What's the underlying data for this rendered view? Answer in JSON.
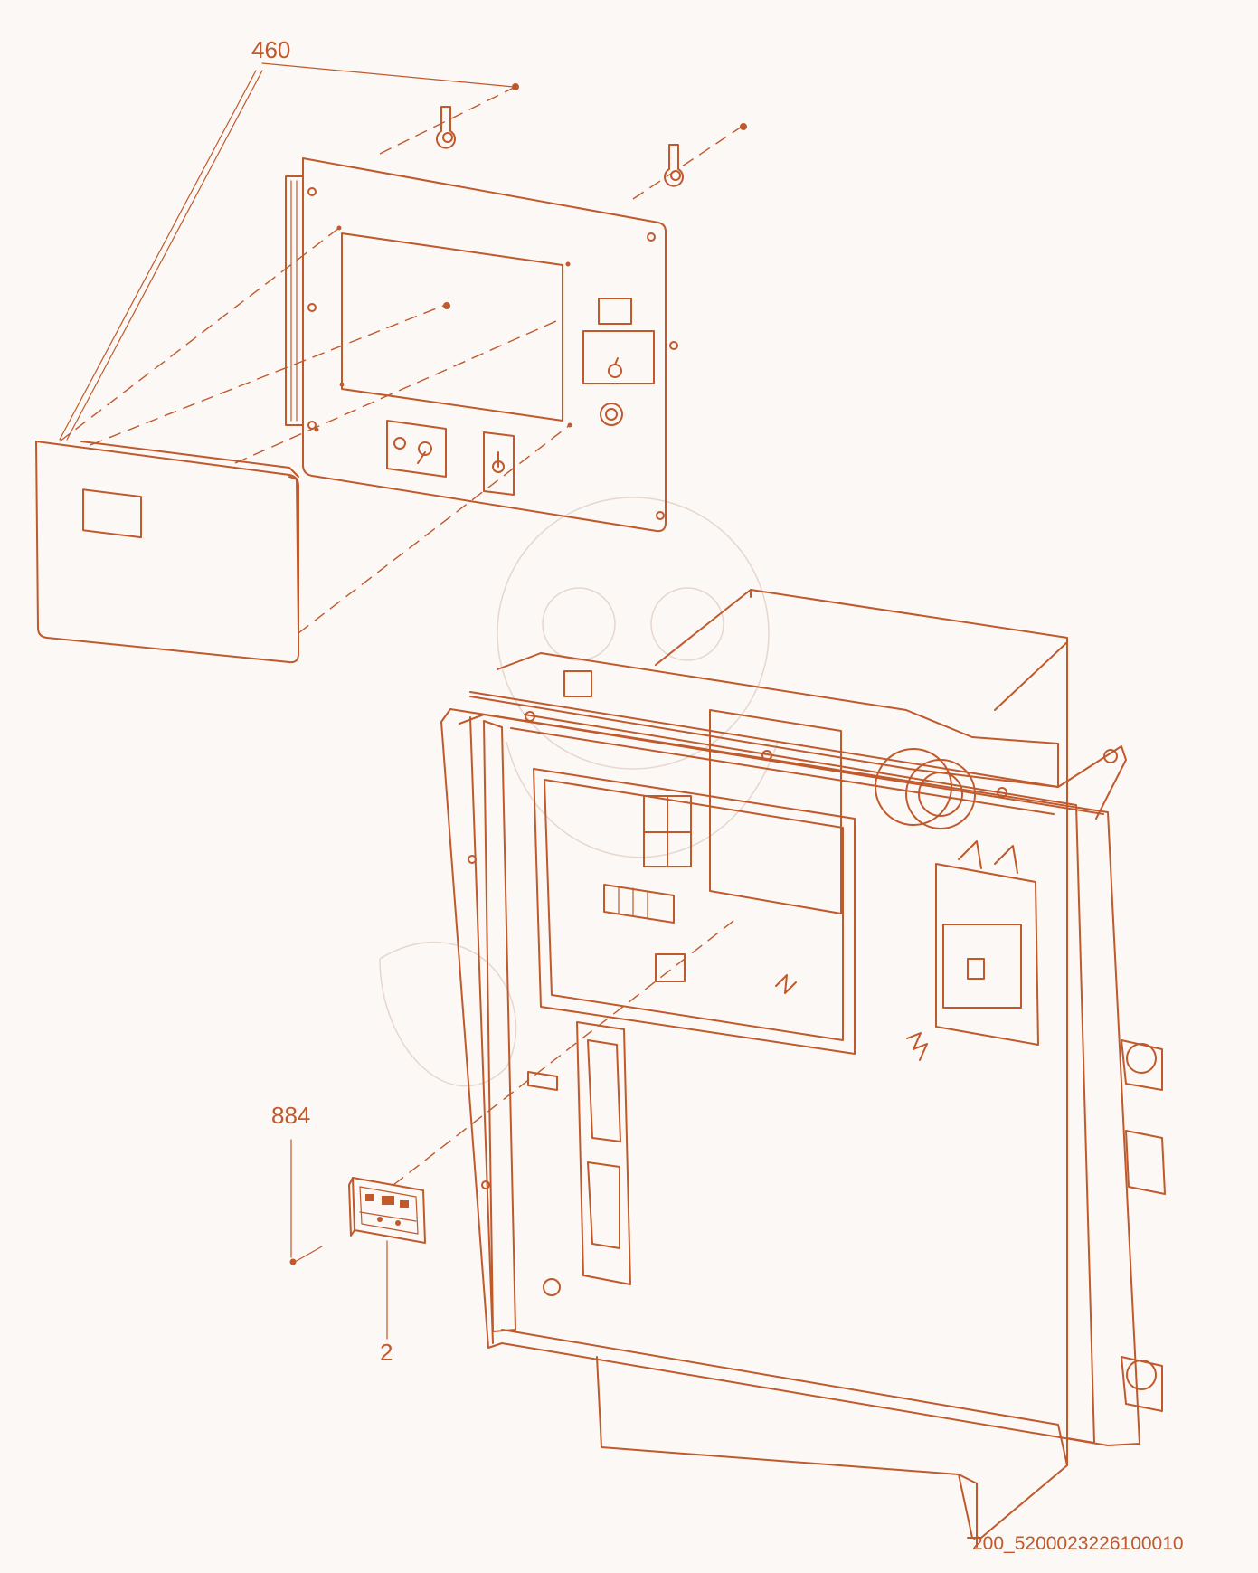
{
  "callouts": {
    "c460": "460",
    "c884": "884",
    "c2": "2"
  },
  "document_ref": "200_5200023226100010",
  "colors": {
    "line": "#c0592c",
    "background": "#fbf8f5"
  }
}
